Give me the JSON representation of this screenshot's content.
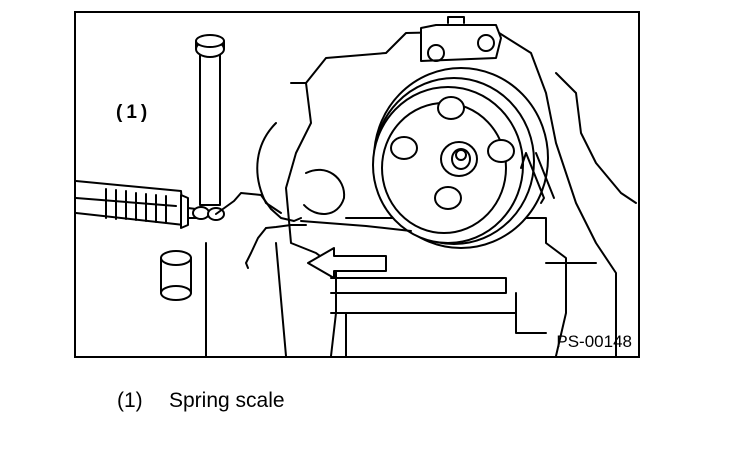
{
  "figure": {
    "callout": "(1)",
    "figure_id": "PS-00148"
  },
  "legend": [
    {
      "number": "(1)",
      "text": "Spring scale"
    }
  ]
}
